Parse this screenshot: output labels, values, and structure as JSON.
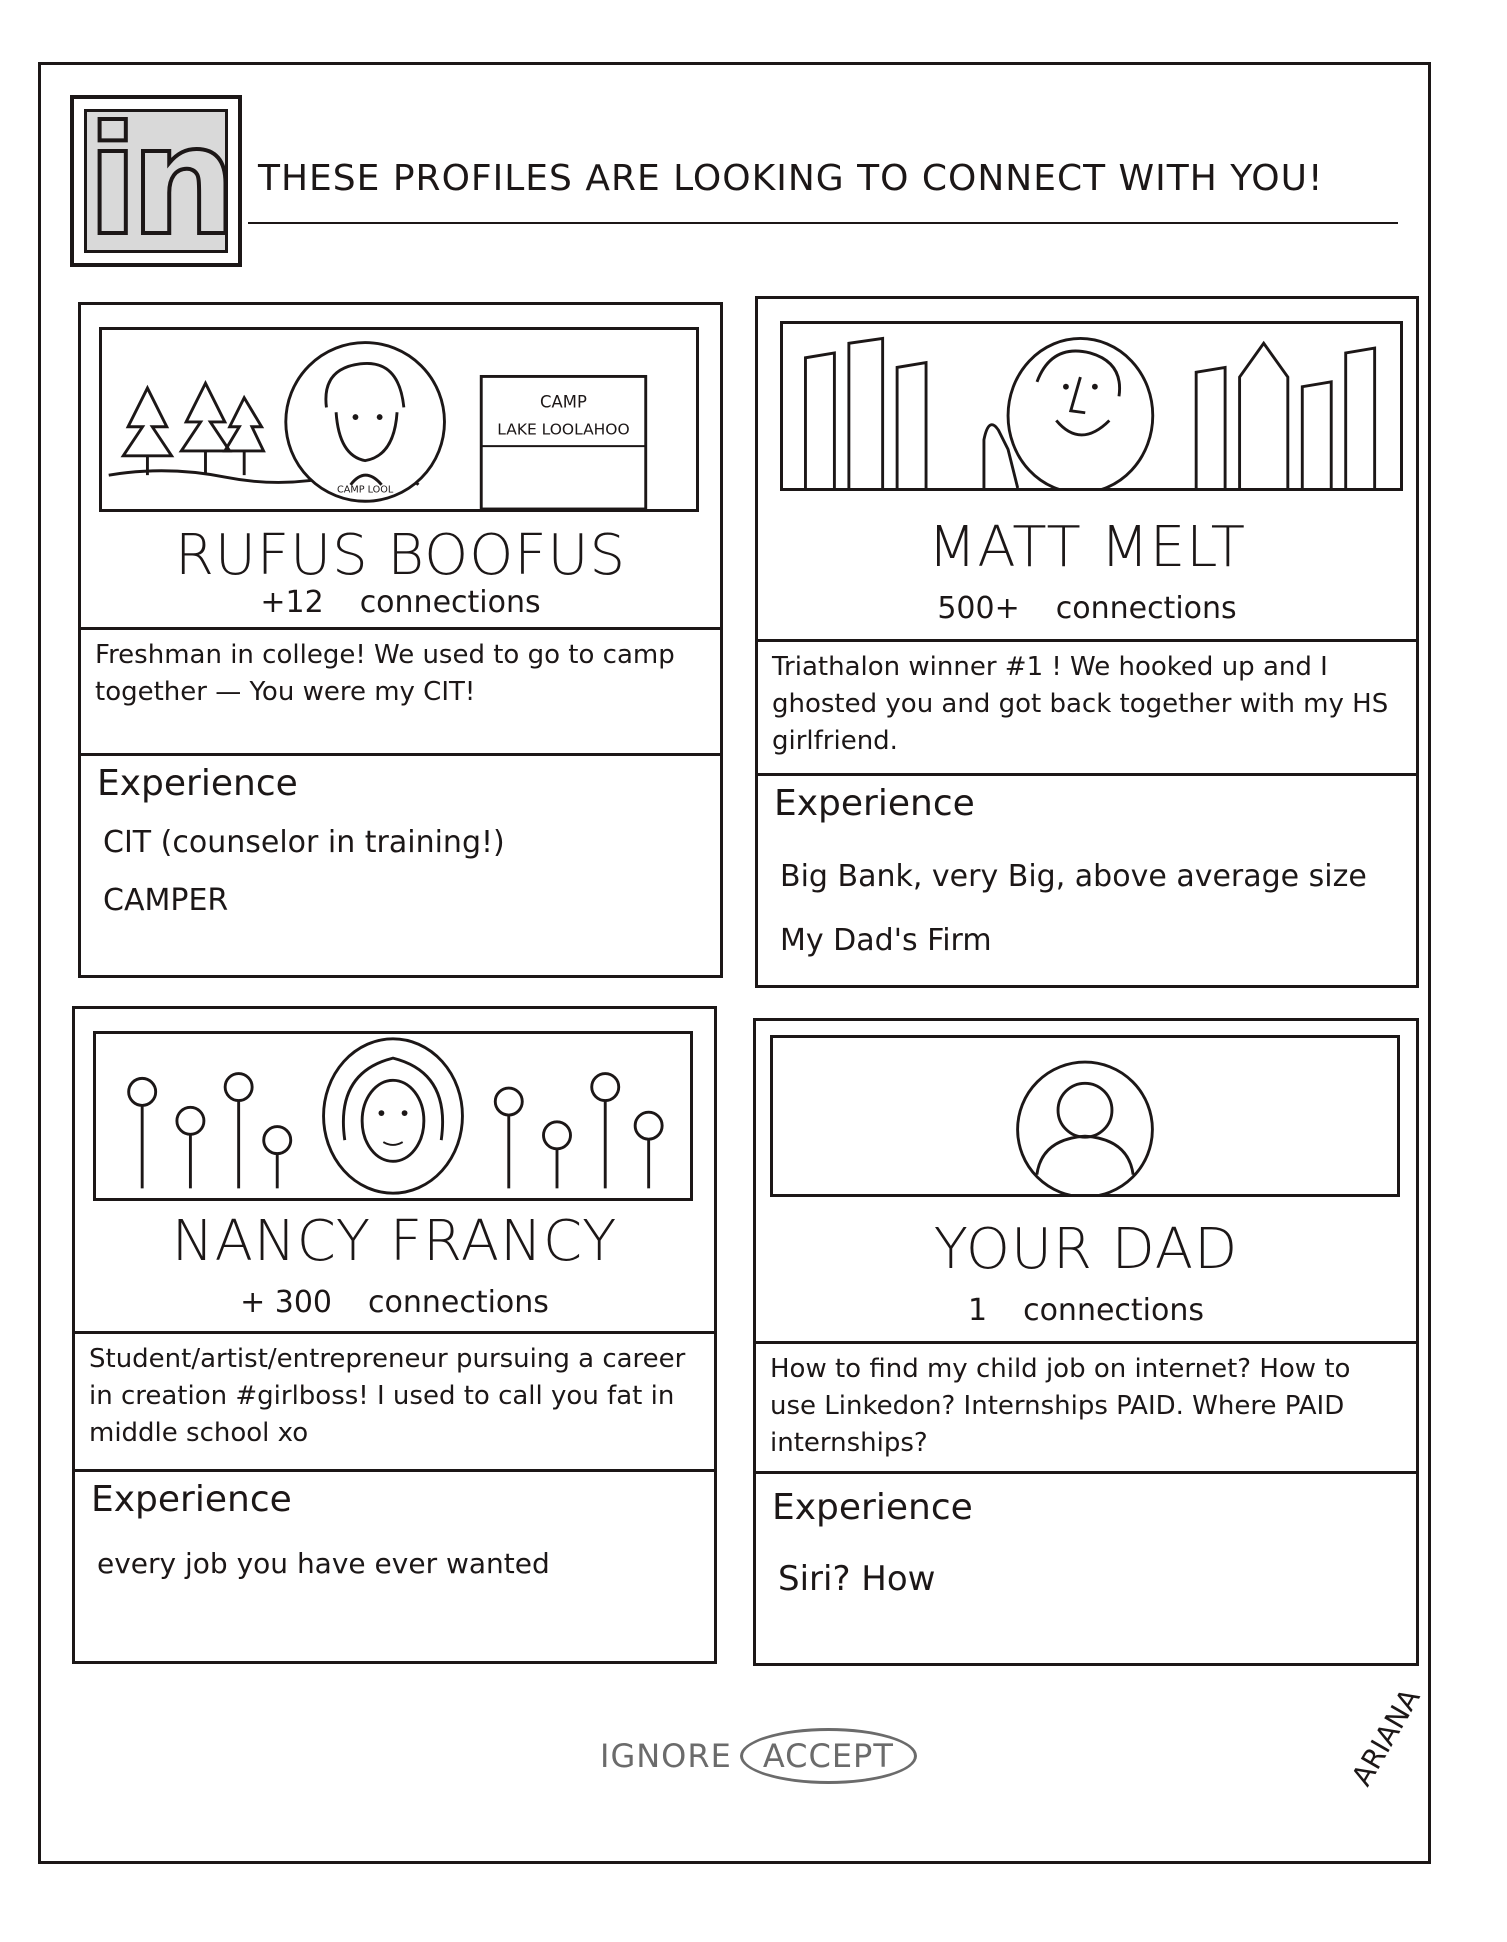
{
  "header": {
    "logo_text": "in",
    "headline": "THESE PROFILES ARE LOOKING TO CONNECT WITH YOU!"
  },
  "profiles": [
    {
      "banner_sign_line1": "CAMP",
      "banner_sign_line2": "LAKE LOOLAHOO",
      "avatar_caption": "CAMP LOOL",
      "name": "RUFUS BOOFUS",
      "connection_count": "+12",
      "connection_label": "connections",
      "bio": "Freshman in college! We used to go to camp together — You were my CIT!",
      "experience_title": "Experience",
      "experience": [
        "CIT (counselor in training!)",
        "CAMPER"
      ]
    },
    {
      "name": "MATT MELT",
      "connection_count": "500+",
      "connection_label": "connections",
      "bio": "Triathalon winner #1 ! We hooked up and I ghosted you and got back together with my HS girlfriend.",
      "experience_title": "Experience",
      "experience": [
        "Big Bank, very Big, above average size",
        "My Dad's Firm"
      ]
    },
    {
      "name": "NANCY FRANCY",
      "connection_count": "+ 300",
      "connection_label": "connections",
      "bio": "Student/artist/entrepreneur pursuing a career in creation #girlboss! I used to call you fat in middle school xo",
      "experience_title": "Experience",
      "experience": [
        "every job you have ever wanted"
      ]
    },
    {
      "name": "YOUR DAD",
      "connection_count": "1",
      "connection_label": "connections",
      "bio": "How to find my child job on internet? How to use Linkedon? Internships PAID. Where PAID internships?",
      "experience_title": "Experience",
      "experience": [
        "Siri? How"
      ]
    }
  ],
  "actions": {
    "ignore_label": "IGNORE",
    "accept_label": "ACCEPT"
  },
  "signature": "ARIANA",
  "colors": {
    "ink": "#1c1717",
    "logo_fill": "#d9d9d9",
    "action_gray": "#6b6b6b"
  }
}
